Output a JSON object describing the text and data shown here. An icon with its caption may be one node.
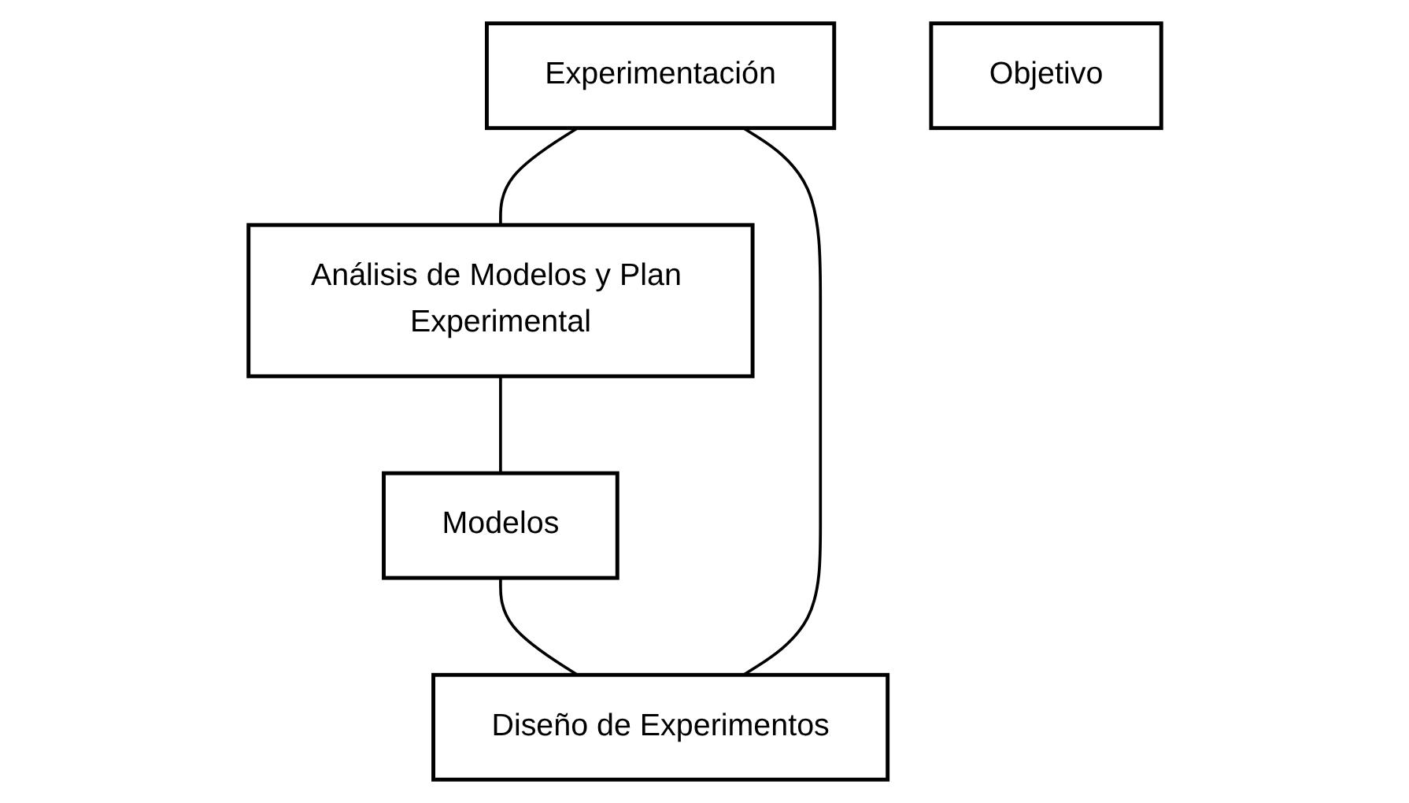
{
  "diagram": {
    "nodes": [
      {
        "text": [
          "Experimentación"
        ]
      },
      {
        "text": [
          "Diseño de Experimentos"
        ]
      },
      {
        "text": [
          "Objetivo"
        ]
      },
      {
        "text": [
          "Análisis de Modelos y Plan Experimental"
        ]
      },
      {
        "text": [
          "Modelos"
        ]
      }
    ],
    "edges": [
      {
        "from": 0,
        "to": 3,
        "arrow": "none"
      },
      {
        "from": 3,
        "to": 4,
        "arrow": "none"
      },
      {
        "from": 4,
        "to": 1,
        "arrow": "none"
      },
      {
        "from": 1,
        "to": 0,
        "arrow": "none"
      }
    ]
  }
}
